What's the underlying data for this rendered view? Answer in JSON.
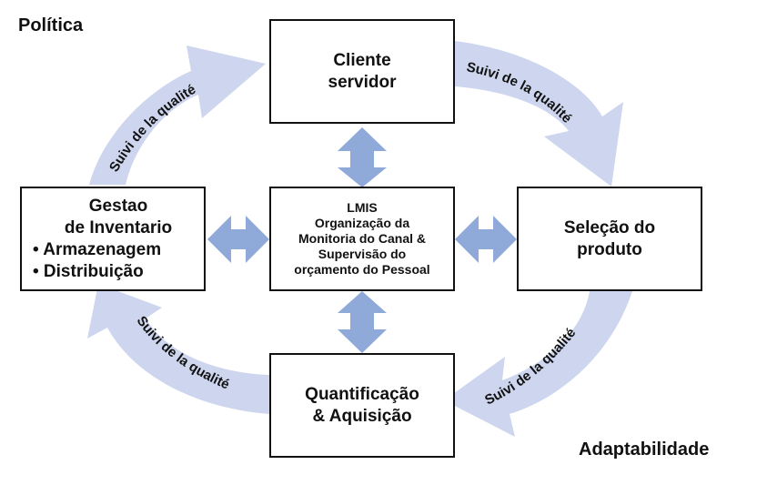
{
  "corners": {
    "top_left": "Política",
    "bottom_right": "Adaptabilidade"
  },
  "boxes": {
    "top": {
      "line1": "Cliente",
      "line2": "servidor"
    },
    "left": {
      "line1": "Gestao",
      "line2": "de Inventario",
      "bullet1": "• Armazenagem",
      "bullet2": "• Distribuição"
    },
    "center": {
      "line1": "LMIS",
      "line2": "Organização da",
      "line3": "Monitoria do Canal &",
      "line4": "Supervisão do",
      "line5": "orçamento do Pessoal"
    },
    "right": {
      "line1": "Seleção do",
      "line2": "produto"
    },
    "bottom": {
      "line1": "Quantificação",
      "line2": "& Aquisição"
    }
  },
  "cycle_labels": {
    "top_left": "Suivi de la qualité",
    "top_right": "Suivi de la qualité",
    "bottom_right": "Suivi de la qualité",
    "bottom_left": "Suivi de la qualité"
  },
  "colors": {
    "cycle_arrow": "#cdd6ee",
    "connector_arrow": "#8fa9d8",
    "border": "#111111"
  }
}
